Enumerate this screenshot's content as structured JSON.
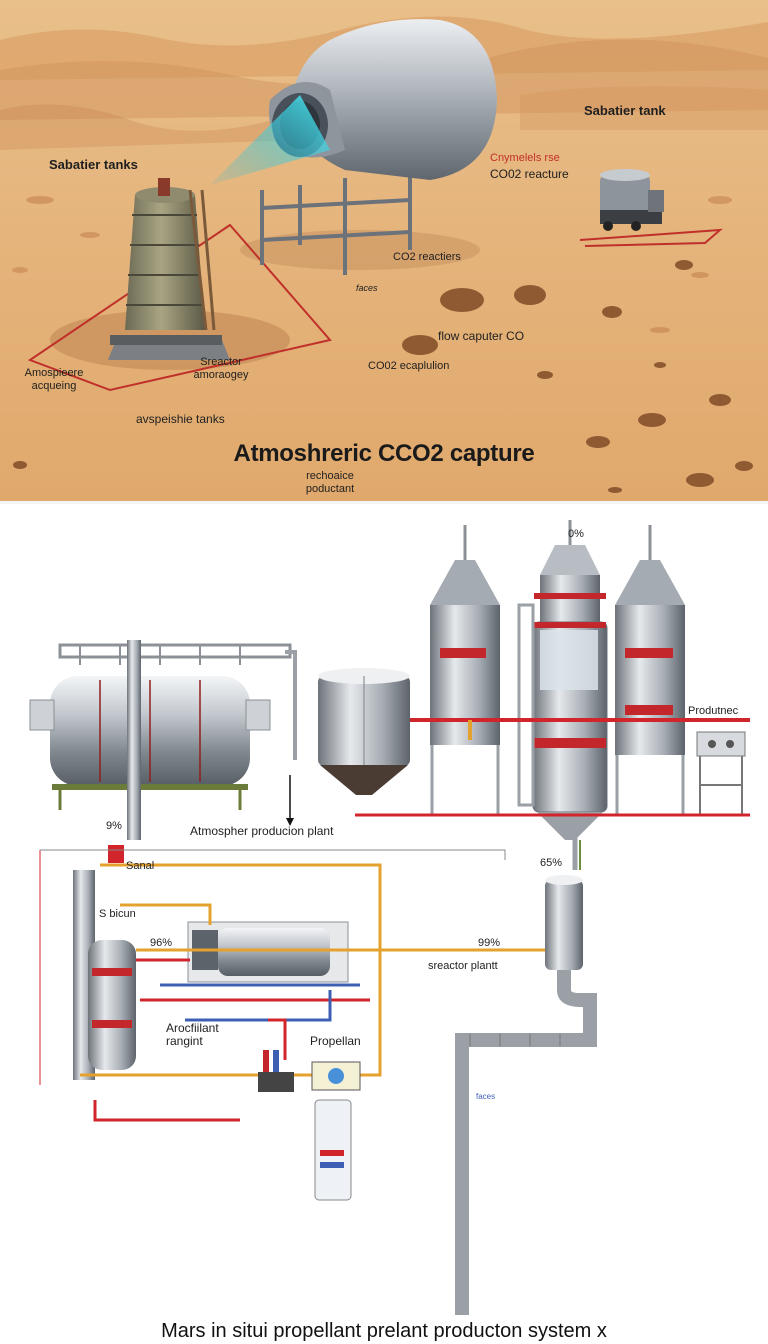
{
  "top_scene": {
    "labels": {
      "sabatier_tanks": "Sabatier tanks",
      "sabatier_tank": "Sabatier tank",
      "reactor_red": "Cnymelels rse",
      "co2_reacture": "CO02 reacture",
      "co2_reactiers": "CO2 reactiers",
      "faces": "faces",
      "flow_capture": "flow caputer CO",
      "co2_ecaplution": "CO02 ecaplulion",
      "atmosphere_acqueing": "Amospieere\nacqueing",
      "sreactor": "Sreactor\namoraogey",
      "avspeishie": "avspeishie tanks",
      "rechosice": "rechoaice\npoductant"
    },
    "title": "Atmoshreric CCO2 capture"
  },
  "bottom_scene": {
    "labels": {
      "pct_top": "0%",
      "produtnec": "Produtnec",
      "atmospher_plant": "Atmospher producion plant",
      "pct_9": "9%",
      "sanal": "Sanal",
      "pct_65": "65%",
      "s_bicun": "S bicun",
      "pct_96": "96%",
      "pct_99": "99%",
      "sreactor_plantt": "sreactor plantt",
      "arocfiilant": "Arocfiilant\nrangint",
      "propellan": "Propellan",
      "faces_small": "faces"
    },
    "title": "Mars in situi propellant prelant producton system x"
  },
  "colors": {
    "sand": "#e2ac72",
    "sand_dark": "#c9874f",
    "steel": "#b9bec4",
    "red_pipe": "#d2242b",
    "orange_pipe": "#e5a12e",
    "blue_pipe": "#3c5fb3",
    "cyan_beam": "#35d3e0"
  }
}
